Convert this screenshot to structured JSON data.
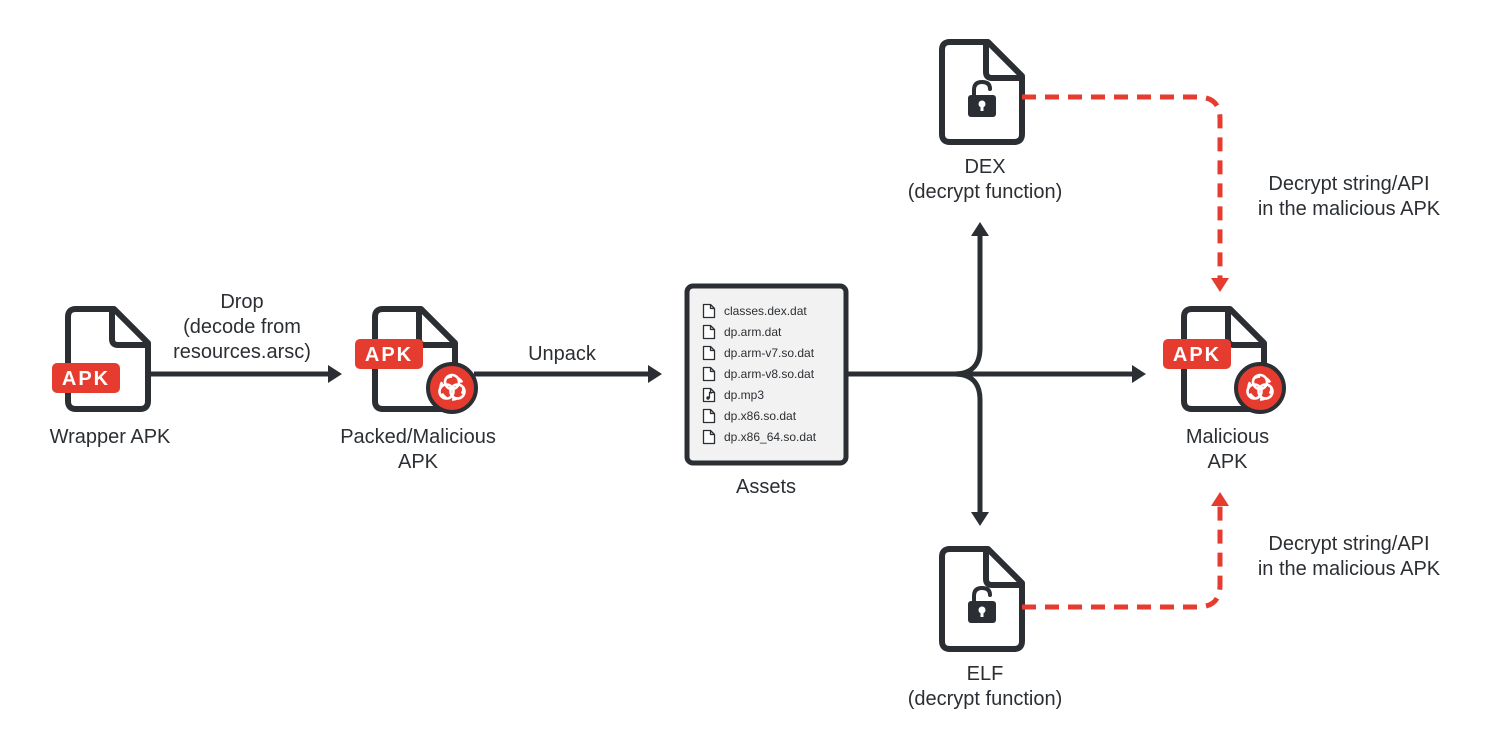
{
  "colors": {
    "stroke": "#2b2f33",
    "accent_red": "#e63c30",
    "panel_fill": "#f2f2f2",
    "background": "#ffffff"
  },
  "nodes": {
    "wrapper_apk": {
      "badge": "APK",
      "label": "Wrapper APK",
      "icon": "file-apk-icon"
    },
    "packed_apk": {
      "badge": "APK",
      "label_lines": [
        "Packed/Malicious",
        "APK"
      ],
      "icon": "file-apk-biohazard-icon"
    },
    "assets": {
      "label": "Assets",
      "files": [
        {
          "name": "classes.dex.dat",
          "icon": "file-icon"
        },
        {
          "name": "dp.arm.dat",
          "icon": "file-icon"
        },
        {
          "name": "dp.arm-v7.so.dat",
          "icon": "file-icon"
        },
        {
          "name": "dp.arm-v8.so.dat",
          "icon": "file-icon"
        },
        {
          "name": "dp.mp3",
          "icon": "music-file-icon"
        },
        {
          "name": "dp.x86.so.dat",
          "icon": "file-icon"
        },
        {
          "name": "dp.x86_64.so.dat",
          "icon": "file-icon"
        }
      ]
    },
    "dex": {
      "label_lines": [
        "DEX",
        "(decrypt function)"
      ],
      "icon": "locked-file-icon"
    },
    "elf": {
      "label_lines": [
        "ELF",
        "(decrypt function)"
      ],
      "icon": "locked-file-icon"
    },
    "malicious_apk": {
      "badge": "APK",
      "label_lines": [
        "Malicious",
        "APK"
      ],
      "icon": "file-apk-biohazard-icon"
    }
  },
  "edges": {
    "drop": {
      "label_lines": [
        "Drop",
        "(decode from",
        "resources.arsc)"
      ]
    },
    "unpack": {
      "label": "Unpack"
    },
    "dex_decrypt": {
      "label_lines": [
        "Decrypt string/API",
        "in the malicious APK"
      ],
      "style": "dashed",
      "color": "#e63c30"
    },
    "elf_decrypt": {
      "label_lines": [
        "Decrypt string/API",
        "in the malicious APK"
      ],
      "style": "dashed",
      "color": "#e63c30"
    }
  }
}
